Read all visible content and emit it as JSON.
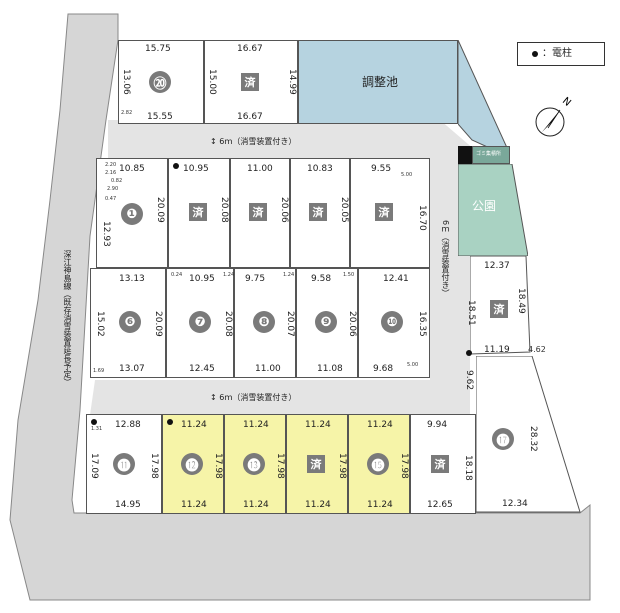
{
  "legend": {
    "label": "：電柱"
  },
  "pond": {
    "label": "調整池"
  },
  "park": {
    "label": "公園"
  },
  "garbage": {
    "label": "ゴミ集積所"
  },
  "roads": {
    "top": "6ｍ（消雪装置付き）",
    "bottom": "6ｍ（消雪装置付き）",
    "right": "6ｍ（消雪装置付き）",
    "main": "深江神島線（既存消雪装置延長予定）"
  },
  "sold_label": "済",
  "lots": {
    "l20": {
      "id": "⑳",
      "top": "15.75",
      "left": "13.06",
      "bottom": "15.55",
      "small": "2.82"
    },
    "s20": {
      "top": "16.67",
      "left": "15.00",
      "right": "14.99",
      "bottom": "16.67"
    },
    "l1": {
      "id": "❶",
      "top": "10.85",
      "right": "20.09",
      "left": "12.93",
      "s1": "2.20",
      "s2": "2.16",
      "s3": "0.82",
      "s4": "2.90",
      "s5": "0.47"
    },
    "r1b": {
      "top": "10.95",
      "right": "20.08"
    },
    "r1c": {
      "top": "11.00",
      "right": "20.06"
    },
    "r1d": {
      "top": "10.83",
      "right": "20.05"
    },
    "r1e": {
      "top": "9.55",
      "right": "16.70",
      "small": "5.00"
    },
    "l6": {
      "id": "❻",
      "top": "13.13",
      "left": "15.02",
      "right": "20.09",
      "bottom": "13.07",
      "small": "1.69"
    },
    "l7": {
      "id": "❼",
      "top": "10.95",
      "right": "20.08",
      "bottom": "12.45",
      "small": "0.24",
      "small2": "1.24"
    },
    "l8": {
      "id": "❽",
      "top": "9.75",
      "right": "20.07",
      "bottom": "11.00",
      "small": "1.24"
    },
    "l9": {
      "id": "❾",
      "top": "9.58",
      "right": "20.06",
      "bottom": "11.08",
      "small": "1.50"
    },
    "l10": {
      "id": "❿",
      "top": "12.41",
      "right": "16.35",
      "bottom": "9.68",
      "small": "5.00"
    },
    "sR": {
      "top": "12.37",
      "left": "18.51",
      "right": "18.49",
      "bottom": "11.19",
      "small": "4.62"
    },
    "l11": {
      "id": "⓫",
      "top": "12.88",
      "left": "17.09",
      "right": "17.98",
      "bottom": "14.95",
      "small": "1.31"
    },
    "l12": {
      "id": "⓬",
      "top": "11.24",
      "right": "17.98",
      "bottom": "11.24"
    },
    "l13": {
      "id": "⓭",
      "top": "11.24",
      "right": "17.98",
      "bottom": "11.24"
    },
    "s14": {
      "top": "11.24",
      "right": "17.98",
      "bottom": "11.24"
    },
    "l15": {
      "id": "⓯",
      "top": "11.24",
      "right": "17.98",
      "bottom": "11.24"
    },
    "s16": {
      "top": "9.94",
      "right": "18.18",
      "bottom": "12.65"
    },
    "l17": {
      "id": "⓱",
      "top": "9.62",
      "right": "28.32",
      "bottom": "12.34"
    }
  }
}
